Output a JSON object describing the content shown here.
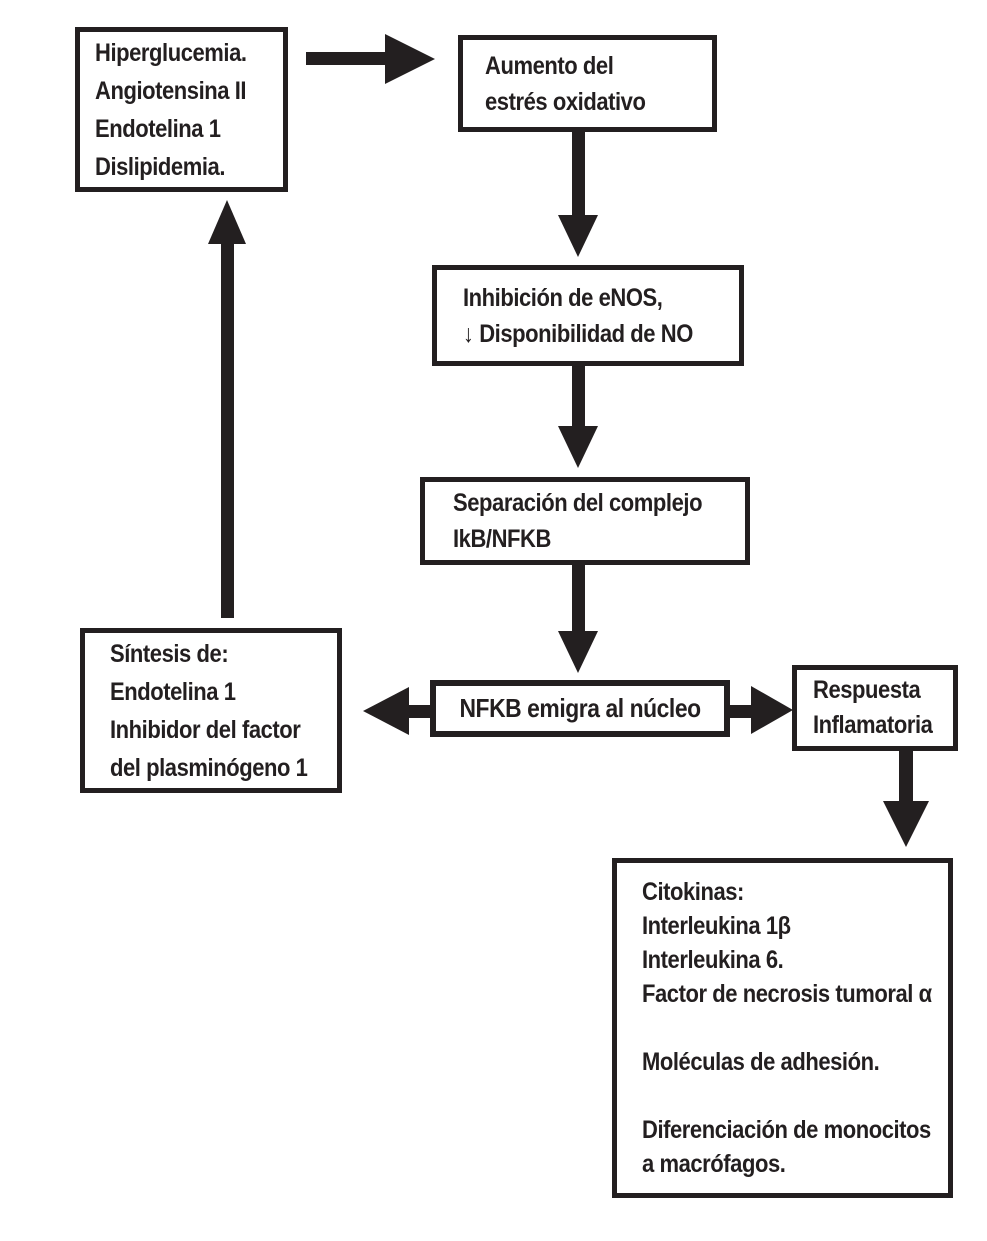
{
  "diagram": {
    "type": "flowchart",
    "language": "es",
    "colors": {
      "ink": "#231f20",
      "bg": "#ffffff"
    },
    "boxes": {
      "causas": {
        "lines": [
          "Hiperglucemia.",
          "Angiotensina II",
          "Endotelina 1",
          "Dislipidemia."
        ]
      },
      "estres": {
        "lines": [
          "Aumento del",
          "estrés oxidativo"
        ]
      },
      "enos": {
        "lines": [
          "Inhibición de eNOS,",
          "↓ Disponibilidad de NO"
        ]
      },
      "separacion": {
        "lines": [
          "Separación del complejo",
          "IkB/NFKB"
        ]
      },
      "nfkb": {
        "lines": [
          "NFKB emigra al núcleo"
        ]
      },
      "sintesis": {
        "lines": [
          "Síntesis de:",
          "Endotelina 1",
          "Inhibidor del factor",
          "del plasminógeno 1"
        ]
      },
      "respuesta": {
        "lines": [
          "Respuesta",
          "Inflamatoria"
        ]
      },
      "citokinas": {
        "lines": [
          "Citokinas:",
          "Interleukina 1β",
          "Interleukina 6.",
          "Factor de necrosis tumoral α",
          "",
          "Moléculas de adhesión.",
          "",
          "Diferenciación de monocitos",
          "a macrófagos."
        ]
      }
    },
    "arrows": [
      {
        "from": "causas",
        "to": "estres",
        "direction": "right"
      },
      {
        "from": "estres",
        "to": "enos",
        "direction": "down"
      },
      {
        "from": "enos",
        "to": "separacion",
        "direction": "down"
      },
      {
        "from": "separacion",
        "to": "nfkb",
        "direction": "down"
      },
      {
        "from": "nfkb",
        "to": "sintesis",
        "direction": "left"
      },
      {
        "from": "nfkb",
        "to": "respuesta",
        "direction": "right"
      },
      {
        "from": "respuesta",
        "to": "citokinas",
        "direction": "down"
      },
      {
        "from": "sintesis",
        "to": "causas",
        "direction": "up"
      }
    ]
  }
}
